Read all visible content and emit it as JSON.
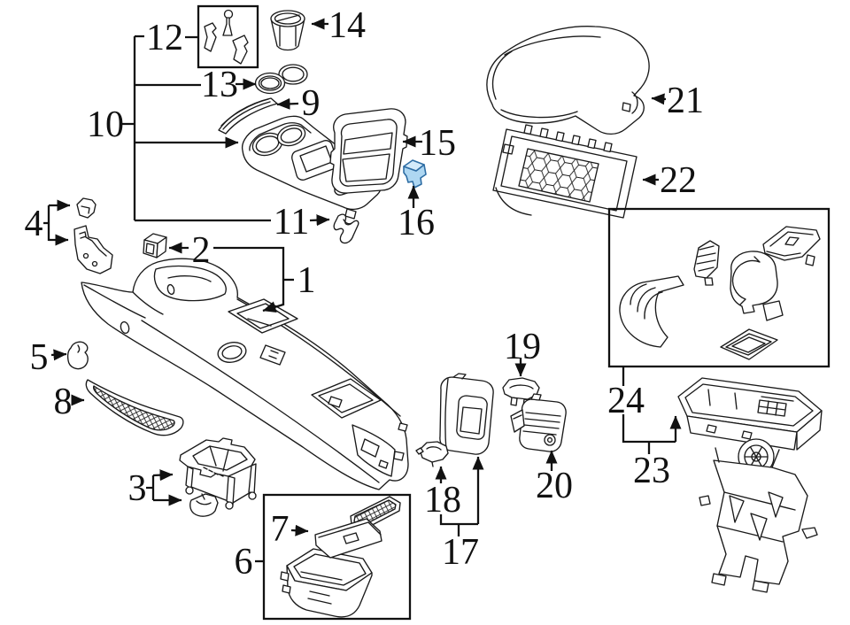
{
  "diagram": {
    "kind": "exploded-parts-diagram",
    "subject": "vehicle center console assembly",
    "colors": {
      "background": "#ffffff",
      "line": "#111111",
      "highlight_fill": "#aed7f2",
      "highlight_fill_light": "#d3eafa",
      "highlight_stroke": "#2e6da4"
    },
    "highlighted_callout": "16",
    "labels": {
      "n1": "1",
      "n2": "2",
      "n3": "3",
      "n4": "4",
      "n5": "5",
      "n6": "6",
      "n7": "7",
      "n8": "8",
      "n9": "9",
      "n10": "10",
      "n11": "11",
      "n12": "12",
      "n13": "13",
      "n14": "14",
      "n15": "15",
      "n16": "16",
      "n17": "17",
      "n18": "18",
      "n19": "19",
      "n20": "20",
      "n21": "21",
      "n22": "22",
      "n23": "23",
      "n24": "24"
    }
  }
}
